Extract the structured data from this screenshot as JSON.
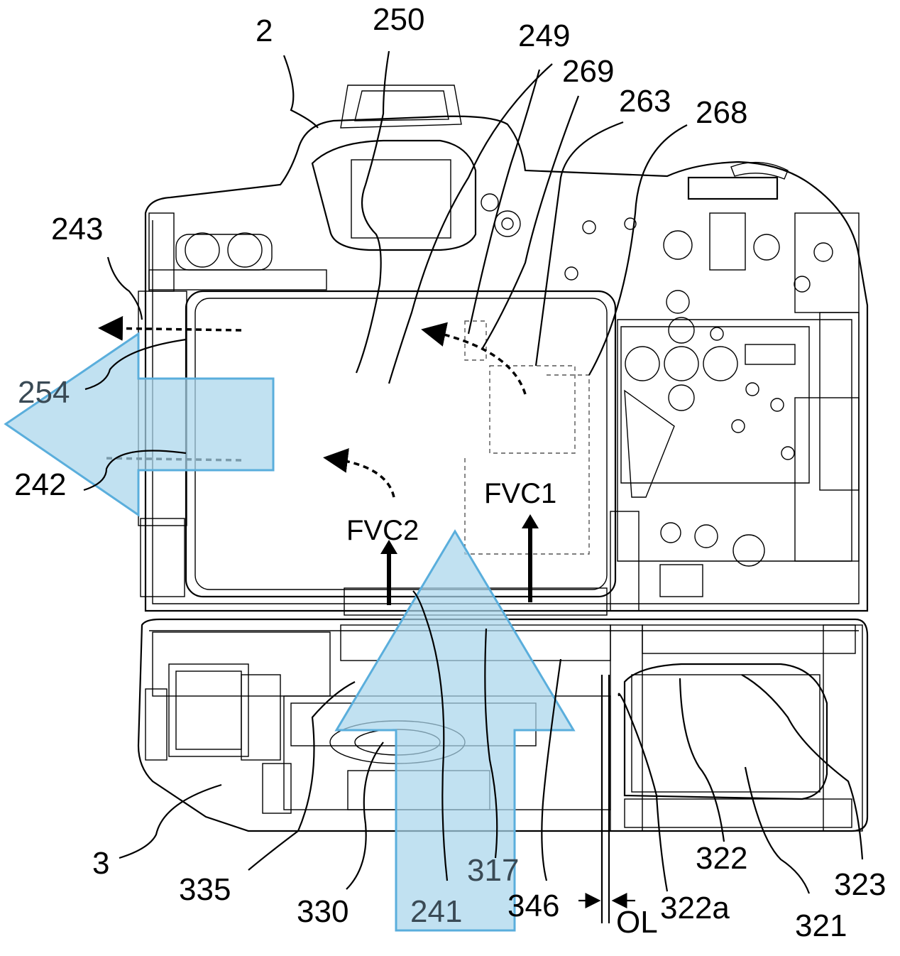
{
  "figure": {
    "labels": {
      "l2": "2",
      "l250": "250",
      "l249": "249",
      "l269": "269",
      "l263": "263",
      "l268": "268",
      "l243": "243",
      "l254": "254",
      "l242": "242",
      "l3": "3",
      "l335": "335",
      "l330": "330",
      "l241": "241",
      "l317": "317",
      "l346": "346",
      "lOL": "OL",
      "l322a": "322a",
      "l322": "322",
      "l321": "321",
      "l323": "323"
    },
    "flows": {
      "fvc1": "FVC1",
      "fvc2": "FVC2"
    },
    "colors": {
      "arrow_fill": "#a9d6ec",
      "arrow_stroke": "#5aaedc",
      "line": "#000000",
      "hatch": "#555555"
    }
  }
}
